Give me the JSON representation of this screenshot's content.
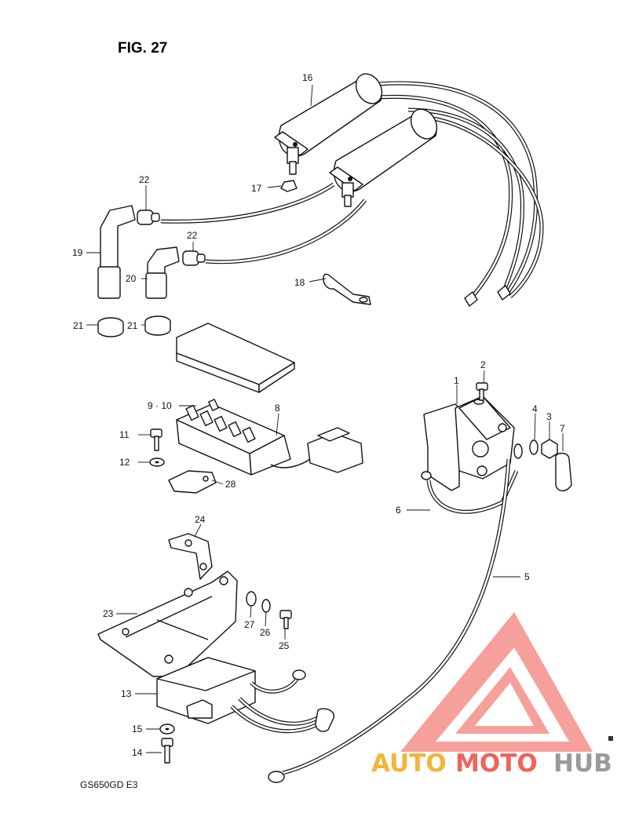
{
  "figure": {
    "title": "FIG. 27",
    "model": "GS650GD  E3"
  },
  "callouts": {
    "c1": "1",
    "c2": "2",
    "c3": "3",
    "c4": "4",
    "c5": "5",
    "c6": "6",
    "c7": "7",
    "c8": "8",
    "c9_10": "9 · 10",
    "c11": "11",
    "c12": "12",
    "c13": "13",
    "c14": "14",
    "c15": "15",
    "c16": "16",
    "c17": "17",
    "c18": "18",
    "c19": "19",
    "c20": "20",
    "c21a": "21",
    "c21b": "21",
    "c22a": "22",
    "c22b": "22",
    "c23": "23",
    "c24": "24",
    "c25": "25",
    "c26": "26",
    "c27": "27",
    "c28": "28"
  },
  "watermark": {
    "part_auto": "AUTO",
    "part_moto": "MOTO",
    "part_hub": "HUB",
    "colors": {
      "triangle": "#f26b63",
      "auto": "#f2b43c",
      "moto": "#f0625c",
      "hub": "#9a9a9a"
    }
  }
}
